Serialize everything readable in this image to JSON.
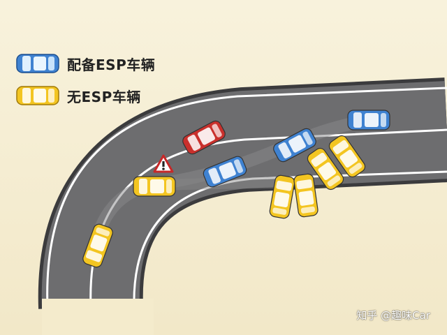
{
  "legend": {
    "esp": {
      "label": "配备ESP车辆",
      "color": "#3f82d1"
    },
    "no_esp": {
      "label": "无ESP车辆",
      "color": "#f3c521"
    }
  },
  "colors": {
    "background": "#f7f0d9",
    "road": "#6d6d6f",
    "road_edge": "#3a3a3c",
    "lane_line": "#ffffff",
    "other_car": "#c9302c",
    "warning": "#c62828"
  },
  "watermark": "知乎 @趣味Car"
}
